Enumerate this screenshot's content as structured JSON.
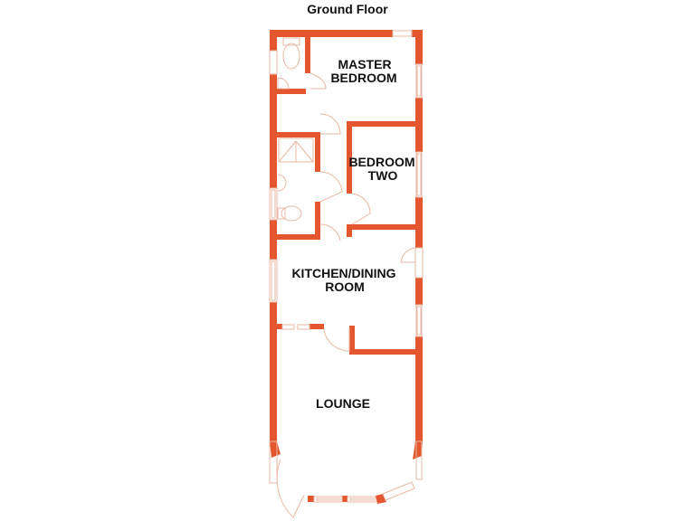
{
  "plan": {
    "title": "Ground Floor",
    "wall_color": "#e4572e",
    "fixture_color": "#e8b8a4",
    "rooms": [
      {
        "name": "master-bedroom",
        "lines": [
          "MASTER",
          "BEDROOM"
        ]
      },
      {
        "name": "bedroom-two",
        "lines": [
          "BEDROOM",
          "TWO"
        ]
      },
      {
        "name": "kitchen-dining-room",
        "lines": [
          "KITCHEN/DINING",
          "ROOM"
        ]
      },
      {
        "name": "lounge",
        "lines": [
          "LOUNGE"
        ]
      }
    ]
  }
}
